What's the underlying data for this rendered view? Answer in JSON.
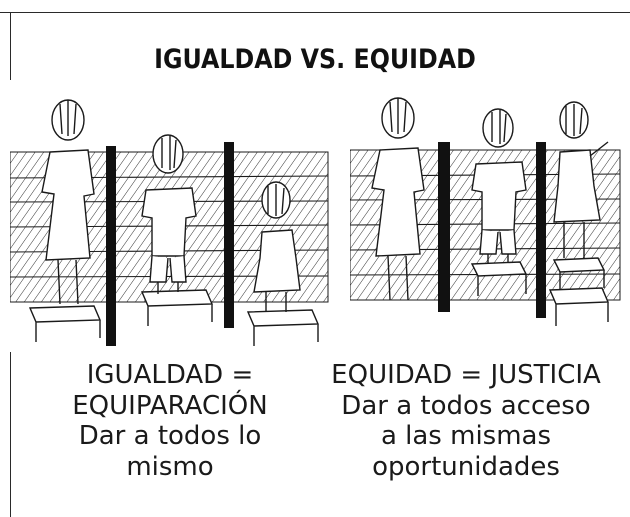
{
  "title": "IGUALDAD VS. EQUIDAD",
  "left_caption": {
    "line1": "IGUALDAD =",
    "line2": "EQUIPARACIÓN",
    "line3": "Dar a todos lo",
    "line4": "mismo"
  },
  "right_caption": {
    "line1": "EQUIDAD = JUSTICIA",
    "line2": "Dar a todos acceso",
    "line3": "a las mismas",
    "line4": "oportunidades"
  },
  "colors": {
    "ink": "#1a1a1a",
    "background": "#ffffff"
  }
}
